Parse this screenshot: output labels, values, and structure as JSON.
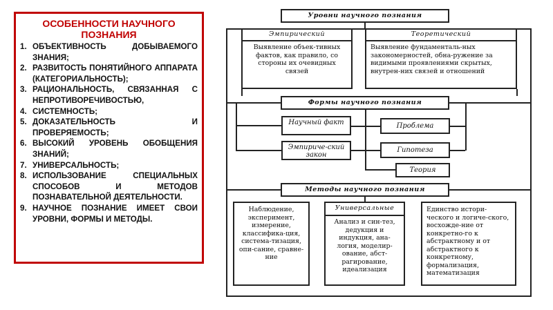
{
  "left_panel": {
    "title": "ОСОБЕННОСТИ НАУЧНОГО ПОЗНАНИЯ",
    "items": [
      {
        "num": "1.",
        "text": "ОБЪЕКТИВНОСТЬ ДОБЫВАЕМОГО ЗНАНИЯ;"
      },
      {
        "num": "2.",
        "text": "РАЗВИТОСТЬ ПОНЯТИЙНОГО АППАРАТА (КАТЕГОРИАЛЬНОСТЬ);"
      },
      {
        "num": "3.",
        "text": "РАЦИОНАЛЬНОСТЬ, СВЯЗАННАЯ С НЕПРОТИВОРЕЧИВОСТЬЮ,"
      },
      {
        "num": "4.",
        "text": "СИСТЕМНОСТЬ;"
      },
      {
        "num": "5.",
        "text": "ДОКАЗАТЕЛЬНОСТЬ И ПРОВЕРЯЕМОСТЬ;"
      },
      {
        "num": "6.",
        "text": "ВЫСОКИЙ УРОВЕНЬ ОБОБЩЕНИЯ ЗНАНИЙ;"
      },
      {
        "num": "7.",
        "text": "УНИВЕРСАЛЬНОСТЬ;"
      },
      {
        "num": "8.",
        "text": "ИСПОЛЬЗОВАНИЕ СПЕЦИАЛЬНЫХ СПОСОБОВ И МЕТОДОВ ПОЗНАВАТЕЛЬНОЙ ДЕЯТЕЛЬНОСТИ."
      },
      {
        "num": "9.",
        "text": "НАУЧНОЕ ПОЗНАНИЕ ИМЕЕТ СВОИ УРОВНИ, ФОРМЫ И МЕТОДЫ."
      }
    ]
  },
  "diagram": {
    "levels_title": "Уровни научного познания",
    "empirical": {
      "title": "Эмпирический",
      "text": "Выявление объек-тивных фактов, как правило, со стороны их очевидных связей"
    },
    "theoretical": {
      "title": "Теоретический",
      "text": "Выявление фундаменталь-ных закономерностей, обна-ружение за видимыми проявлениями скрытых, внутрен-них связей и отношений"
    },
    "forms_title": "Формы научного познания",
    "forms": {
      "fact": "Научный факт",
      "law": "Эмпириче-ский закон",
      "problem": "Проблема",
      "hypothesis": "Гипотеза",
      "theory": "Теория"
    },
    "methods_title": "Методы научного познания",
    "methods": {
      "empirical_list": "Наблюдение, эксперимент, измерение, классифика-ция, система-тизация, опи-сание, сравне-ние",
      "universal_title": "Универсальные",
      "universal_list": "Анализ и син-тез, дедукция и индукция, ана-логия, моделир-ование, абст-рагирование, идеализация",
      "theoretical_list": "Единство истори-ческого и логиче-ского, восхожде-ние от конкретно-го к абстрактному и от абстрактного к конкретному, формализация, математизация"
    }
  }
}
